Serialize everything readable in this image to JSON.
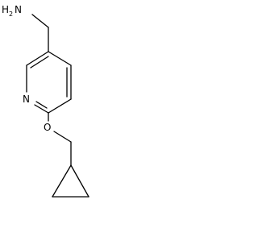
{
  "molecule": {
    "labels": {
      "amine_h": "H",
      "amine_h_count": "2",
      "amine_n": "N",
      "ring_n": "N",
      "ether_o": "O"
    }
  }
}
